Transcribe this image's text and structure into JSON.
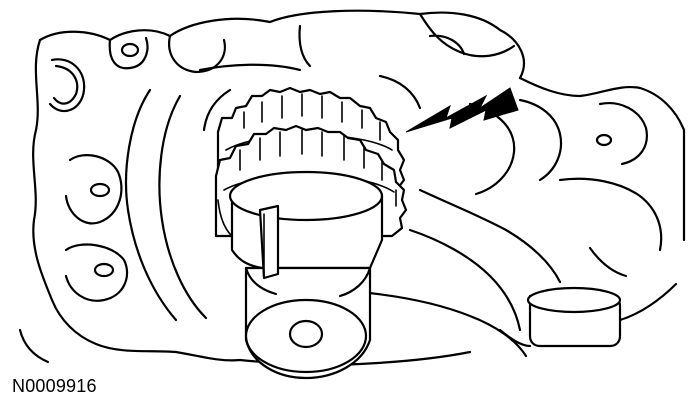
{
  "figure": {
    "id_label": "N0009916",
    "parts": [
      "engine-block-housing",
      "crankshaft-sprocket-rear",
      "crankshaft-sprocket-front",
      "crankshaft-nose",
      "keyway"
    ],
    "arrow_icon": "arrow-icon"
  }
}
